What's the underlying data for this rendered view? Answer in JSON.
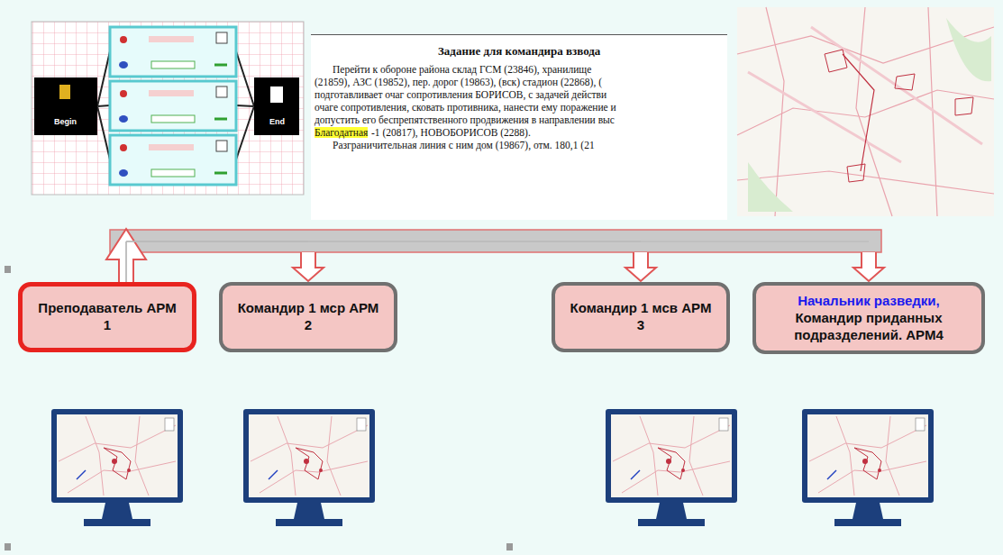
{
  "diagram": {
    "nodes": [
      {
        "text": [
          "Преподаватель АРМ 1"
        ]
      },
      {
        "text": [
          "Командир 1 мср АРМ 2"
        ]
      },
      {
        "text": [
          "Командир 1 мсв АРМ 3"
        ]
      },
      {
        "text": [
          "Начальник разведки,",
          "Командир приданных подразделений. АРМ4"
        ]
      }
    ],
    "edges": [
      {
        "from": 0,
        "to": 1,
        "arrow": "to"
      },
      {
        "from": 0,
        "to": 2,
        "arrow": "to"
      },
      {
        "from": 0,
        "to": 3,
        "arrow": "to"
      }
    ],
    "labels": [
      "Begin",
      "End",
      "Задание для командира взвода",
      "Перейти к обороне района склад ГСМ (23846), хранилище",
      "(21859), АЗС (19852), пер. дорог (19863), (вск) стадион (22868), (",
      "подготавливает очаг сопротивления БОРИСОВ, с задачей действи",
      "очаге сопротивления, сковать противника, нанести ему поражение и",
      "допустить его беспрепятственного продвижения в направлении выс",
      "Благодатная",
      "-1 (20817), НОВОБОРИСОВ (2288).",
      "Разграничительная линия с ним дом (19867), отм. 180,1 (21"
    ]
  }
}
